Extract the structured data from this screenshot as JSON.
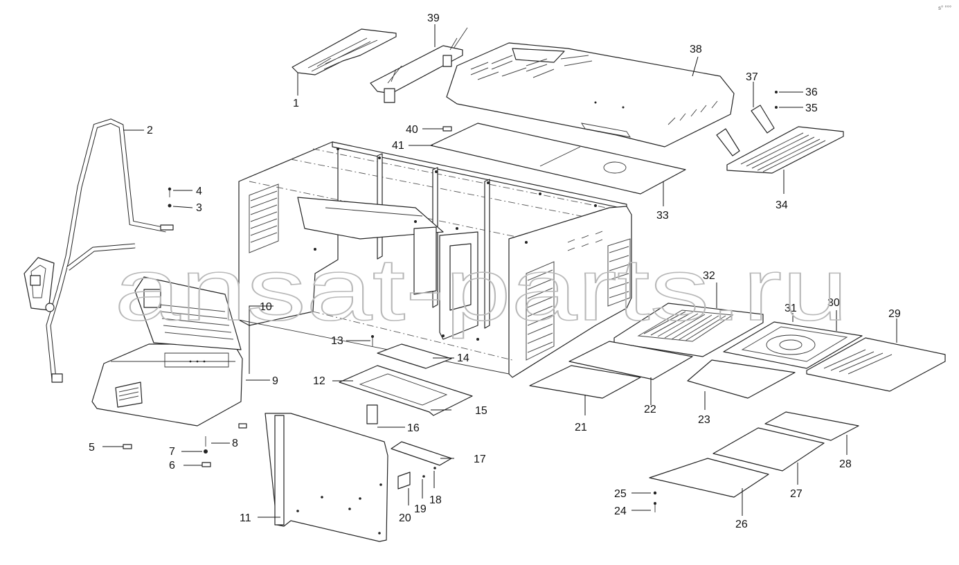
{
  "watermark": "ansat-parts.ru",
  "corner_mark": "s° °°°",
  "callouts": [
    "1",
    "2",
    "3",
    "4",
    "5",
    "6",
    "7",
    "8",
    "9",
    "10",
    "11",
    "12",
    "13",
    "14",
    "15",
    "16",
    "17",
    "18",
    "19",
    "20",
    "21",
    "22",
    "23",
    "24",
    "25",
    "26",
    "27",
    "28",
    "29",
    "30",
    "31",
    "32",
    "33",
    "34",
    "35",
    "36",
    "37",
    "38",
    "39",
    "40",
    "41"
  ]
}
